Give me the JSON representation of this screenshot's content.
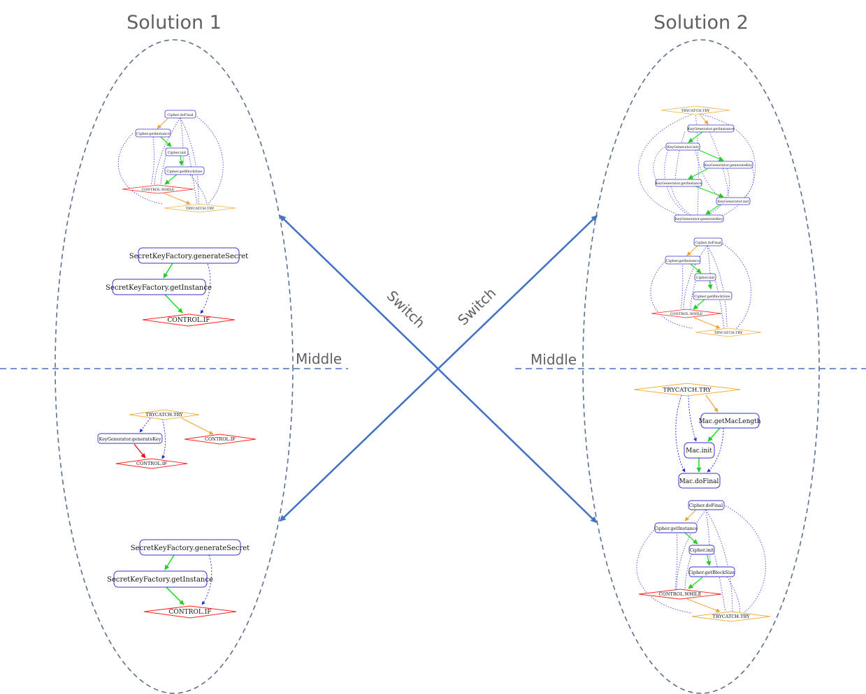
{
  "solution1": {
    "title": "Solution 1",
    "graphs": [
      {
        "nodes": [
          {
            "label": "Cipher.doFinal"
          },
          {
            "label": "Cipher.getInstance"
          },
          {
            "label": "Cipher.init"
          },
          {
            "label": "Cipher.getBlockSize"
          },
          {
            "label": "CONTROL.WHILE"
          },
          {
            "label": "TRYCATCH.TRY"
          }
        ]
      },
      {
        "nodes": [
          {
            "label": "SecretKeyFactory.generateSecret"
          },
          {
            "label": "SecretKeyFactory.getInstance"
          },
          {
            "label": "CONTROL.IF"
          }
        ]
      },
      {
        "nodes": [
          {
            "label": "TRYCATCH.TRY"
          },
          {
            "label": "KeyGenerator.generateKey"
          },
          {
            "label": "CONTROL.IF"
          },
          {
            "label": "CONTROL.IF"
          }
        ]
      },
      {
        "nodes": [
          {
            "label": "SecretKeyFactory.generateSecret"
          },
          {
            "label": "SecretKeyFactory.getInstance"
          },
          {
            "label": "CONTROL.IF"
          }
        ]
      }
    ]
  },
  "solution2": {
    "title": "Solution 2",
    "graphs": [
      {
        "nodes": [
          {
            "label": "TRYCATCH.TRY"
          },
          {
            "label": "KeyGenerator.getInstance"
          },
          {
            "label": "KeyGenerator.init"
          },
          {
            "label": "KeyGenerator.generateKey"
          },
          {
            "label": "KeyGenerator.getInstance"
          },
          {
            "label": "KeyGenerator.init"
          },
          {
            "label": "KeyGenerator.generateKey"
          }
        ]
      },
      {
        "nodes": [
          {
            "label": "Cipher.doFinal"
          },
          {
            "label": "Cipher.getInstance"
          },
          {
            "label": "Cipher.init"
          },
          {
            "label": "Cipher.getBlockSize"
          },
          {
            "label": "CONTROL.WHILE"
          },
          {
            "label": "TRYCATCH.TRY"
          }
        ]
      },
      {
        "nodes": [
          {
            "label": "TRYCATCH.TRY"
          },
          {
            "label": "Mac.getMacLength"
          },
          {
            "label": "Mac.init"
          },
          {
            "label": "Mac.doFinal"
          }
        ]
      },
      {
        "nodes": [
          {
            "label": "Cipher.doFinal"
          },
          {
            "label": "Cipher.getInstance"
          },
          {
            "label": "Cipher.init"
          },
          {
            "label": "Cipher.getBlockSize"
          },
          {
            "label": "CONTROL.WHILE"
          },
          {
            "label": "TRYCATCH.TRY"
          }
        ]
      }
    ]
  },
  "labels": {
    "middle_left": "Middle",
    "middle_right": "Middle",
    "switch_left": "Switch",
    "switch_right": "Switch"
  },
  "colors": {
    "api_node": "#3333cc",
    "control_node": "#ff2020",
    "try_node": "#f0b040",
    "arrow": "#4472c4",
    "ellipse": "#5b7090",
    "edge_green": "#22dd22",
    "edge_orange": "#f0a030",
    "edge_red": "#ee1111",
    "edge_dotted": "#4444dd"
  }
}
